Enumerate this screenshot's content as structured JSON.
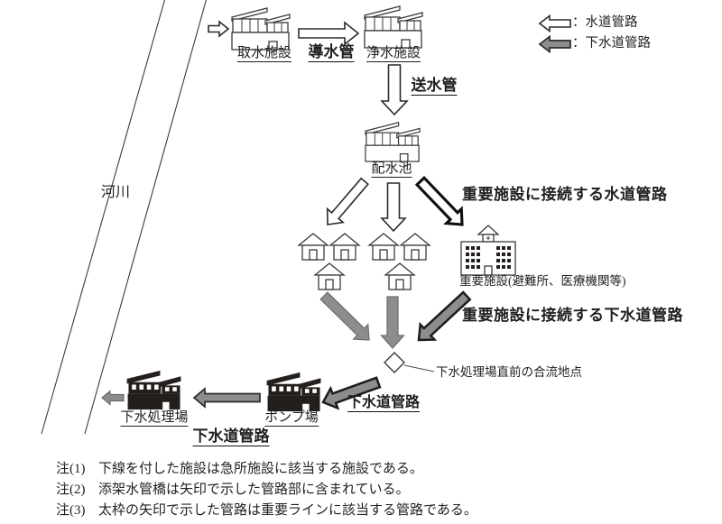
{
  "river": {
    "label": "河川"
  },
  "legend": {
    "water_label": "：水道管路",
    "sewer_label": "：下水道管路"
  },
  "facilities": {
    "intake": "取水施設",
    "purification": "浄水施設",
    "reservoir": "配水池",
    "important": "重要施設(避難所、医療機関等)",
    "pump": "ポンプ場",
    "treatment": "下水処理場"
  },
  "pipes": {
    "conduit": "導水管",
    "transmission": "送水管",
    "important_water": "重要施設に接続する水道管路",
    "important_sewer": "重要施設に接続する下水道管路",
    "sewer_main_upper": "下水道管路",
    "sewer_main_lower": "下水道管路",
    "confluence": "下水処理場直前の合流地点"
  },
  "notes": [
    {
      "tag": "注(1)",
      "text": "下線を付した施設は急所施設に該当する施設である。"
    },
    {
      "tag": "注(2)",
      "text": "添架水管橋は矢印で示した管路部に含まれている。"
    },
    {
      "tag": "注(3)",
      "text": "太枠の矢印で示した管路は重要ラインに該当する管路である。"
    }
  ],
  "colors": {
    "arrow_gray": "#8d8d8d",
    "building_black": "#241f1c",
    "outline": "#3a3a3a"
  }
}
